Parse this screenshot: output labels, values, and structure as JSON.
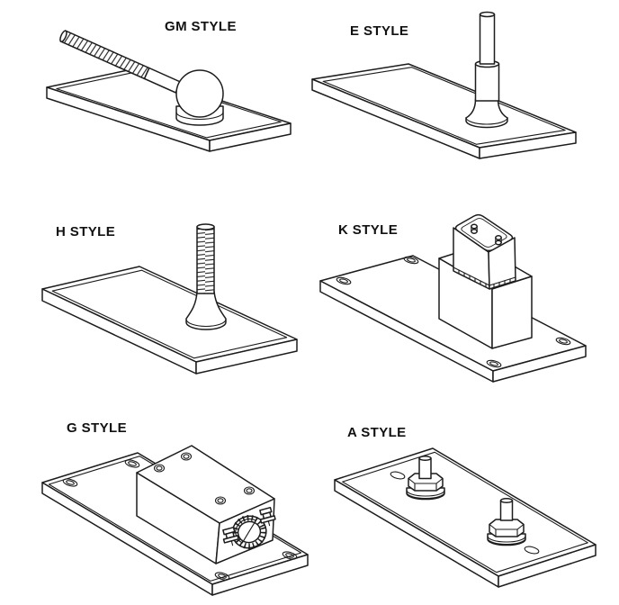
{
  "canvas": {
    "background": "#ffffff",
    "line_color": "#1c1c1c",
    "label_color": "#111111"
  },
  "figures": [
    {
      "id": "gm",
      "label": "GM STYLE"
    },
    {
      "id": "e",
      "label": "E STYLE"
    },
    {
      "id": "h",
      "label": "H STYLE"
    },
    {
      "id": "k",
      "label": "K STYLE"
    },
    {
      "id": "g",
      "label": "G STYLE"
    },
    {
      "id": "a",
      "label": "A STYLE"
    }
  ]
}
